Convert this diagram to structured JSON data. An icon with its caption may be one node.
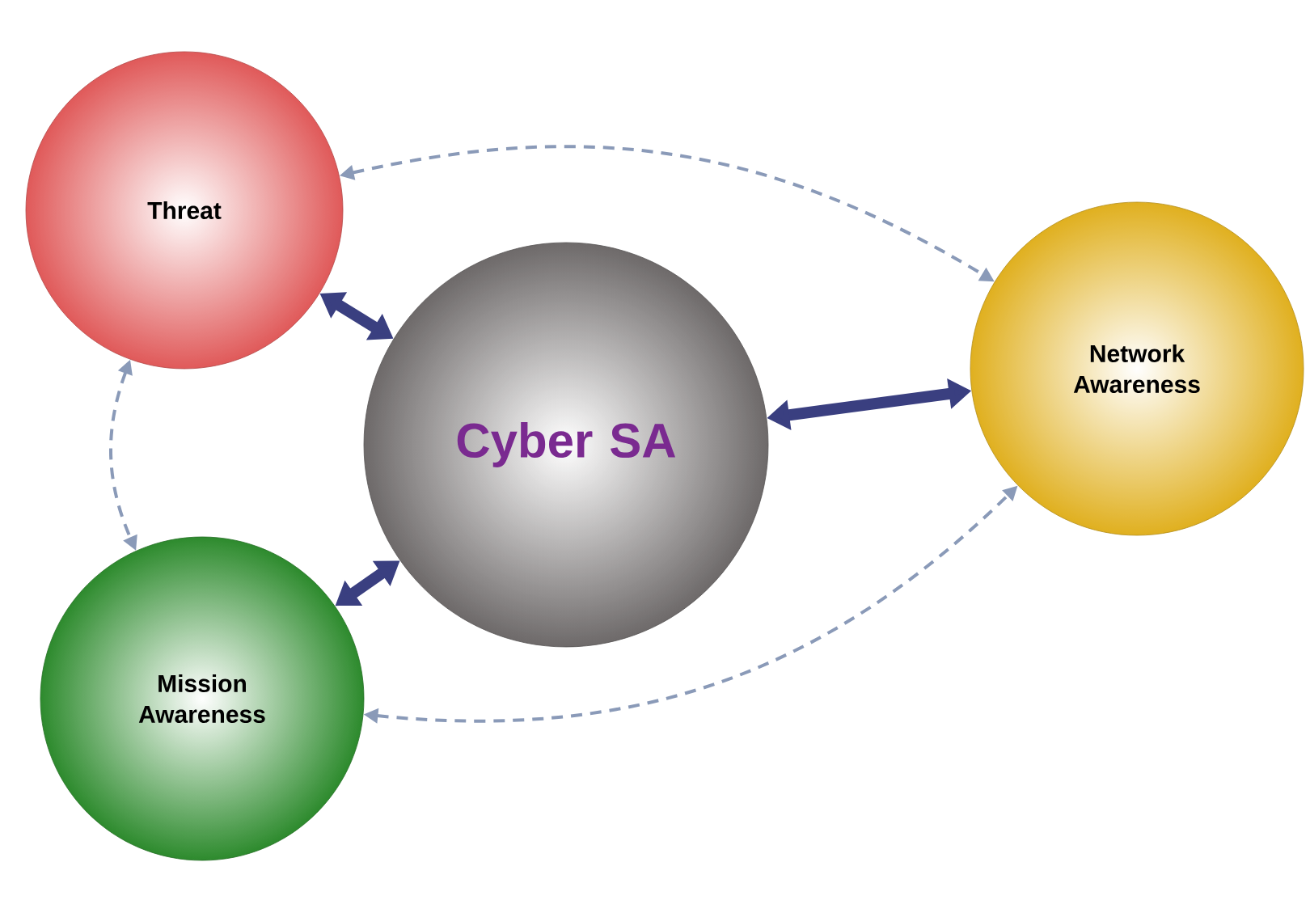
{
  "diagram": {
    "nodes": [
      {
        "text": [
          "Threat"
        ]
      },
      {
        "text": [
          "Cyber SA"
        ]
      },
      {
        "text": [
          "Network Awareness"
        ]
      },
      {
        "text": [
          "Mission Awareness"
        ]
      }
    ],
    "edges": [
      {
        "from": 0,
        "to": 1,
        "arrow": "both",
        "style": "thick"
      },
      {
        "from": 1,
        "to": 2,
        "arrow": "both",
        "style": "thick"
      },
      {
        "from": 1,
        "to": 3,
        "arrow": "both",
        "style": "thick"
      },
      {
        "from": 0,
        "to": 2,
        "arrow": "both",
        "style": "dashed",
        "color": "#8a9ab8"
      },
      {
        "from": 0,
        "to": 3,
        "arrow": "both",
        "style": "dashed",
        "color": "#8a9ab8"
      },
      {
        "from": 3,
        "to": 2,
        "arrow": "both",
        "style": "dashed",
        "color": "#8a9ab8"
      }
    ]
  }
}
